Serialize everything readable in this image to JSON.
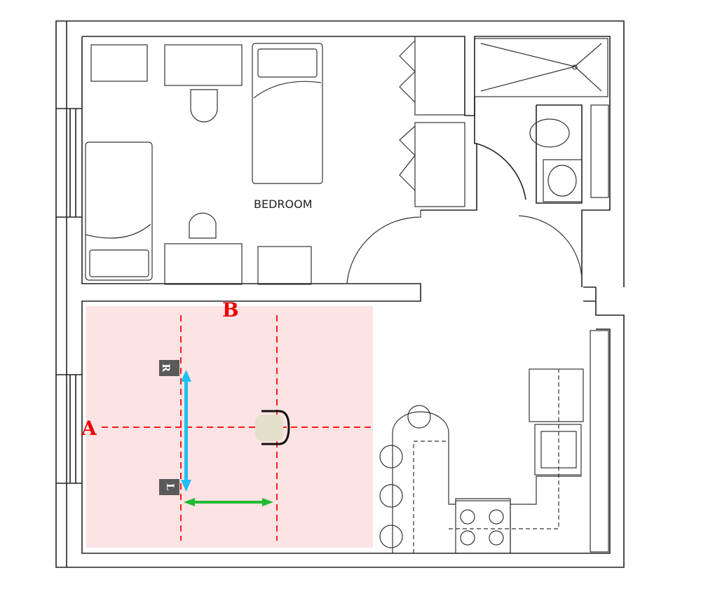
{
  "plan": {
    "room_label": "BEDROOM",
    "axis_a_label": "A",
    "axis_b_label": "B",
    "marker_r": "R",
    "marker_l": "L"
  },
  "colors": {
    "zone_fill": "#fde3e3",
    "axis_lines": "#ff1a1a",
    "vertical_arrow": "#1ec0f0",
    "horizontal_arrow": "#22bb33",
    "marker_box": "#5a5a5a"
  }
}
